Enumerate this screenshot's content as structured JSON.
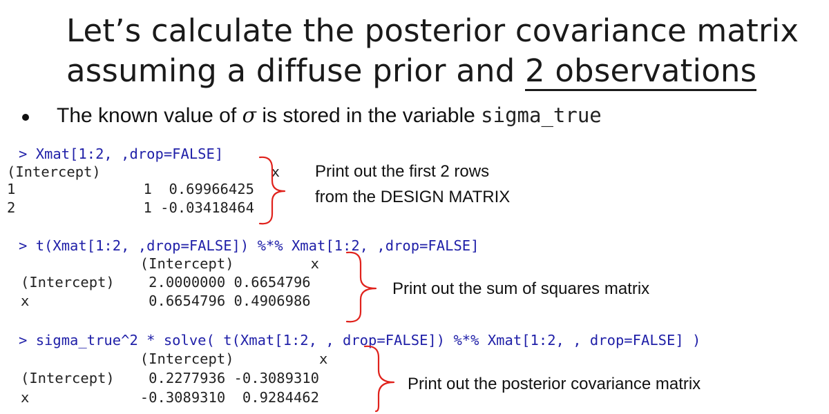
{
  "title": {
    "line1": "Let’s calculate the posterior covariance matrix",
    "line2_prefix": "assuming a diffuse prior and ",
    "line2_emphasis": "2 observations"
  },
  "bullet": {
    "text_before": "The known value of ",
    "symbol": "σ",
    "text_middle": " is stored in the variable ",
    "variable": "sigma_true"
  },
  "block1": {
    "prompt": ">",
    "command": "Xmat[1:2, ,drop=FALSE]",
    "header": "(Intercept)                    x",
    "rows": [
      "1               1  0.69966425",
      "2               1 -0.03418464"
    ],
    "note_line1": "Print out the first 2 rows",
    "note_line2": "from the DESIGN MATRIX"
  },
  "block2": {
    "prompt": ">",
    "command": "t(Xmat[1:2, ,drop=FALSE]) %*% Xmat[1:2, ,drop=FALSE]",
    "header": "              (Intercept)         x",
    "rows": [
      "(Intercept)    2.0000000 0.6654796",
      "x              0.6654796 0.4906986"
    ],
    "note": "Print out the sum of squares matrix"
  },
  "block3": {
    "prompt": ">",
    "command": "sigma_true^2 * solve( t(Xmat[1:2, , drop=FALSE]) %*% Xmat[1:2, , drop=FALSE] )",
    "header": "              (Intercept)          x",
    "rows": [
      "(Intercept)    0.2277936 -0.3089310",
      "x             -0.3089310  0.9284462"
    ],
    "note": "Print out the posterior covariance matrix"
  },
  "colors": {
    "brace": "#e0221c",
    "command_text": "#2020a8",
    "output_text": "#222222"
  }
}
